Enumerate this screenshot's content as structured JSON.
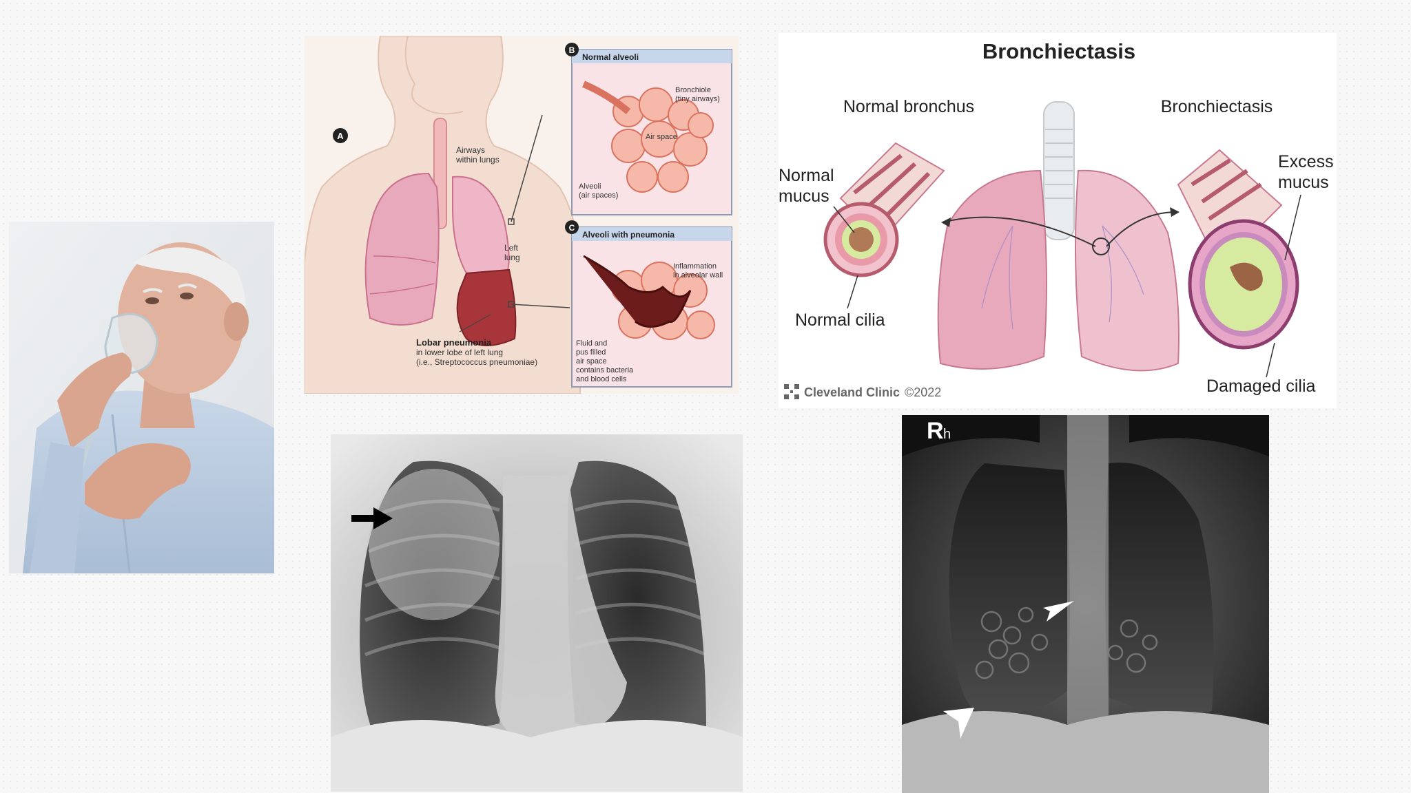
{
  "pneumonia_diagram": {
    "marker_a": "A",
    "marker_b": "B",
    "marker_c": "C",
    "airways_label_1": "Airways",
    "airways_label_2": "within lungs",
    "left_lung_1": "Left",
    "left_lung_2": "lung",
    "lobar_title": "Lobar pneumonia",
    "lobar_line2": "in lower lobe of left lung",
    "lobar_line3": "(i.e., Streptococcus pneumoniae)",
    "box_b_title": "Normal alveoli",
    "bronchiole_1": "Bronchiole",
    "bronchiole_2": "(tiny airways)",
    "air_space": "Air space",
    "alveoli_1": "Alveoli",
    "alveoli_2": "(air spaces)",
    "box_c_title": "Alveoli with pneumonia",
    "inflam_1": "Inflammation",
    "inflam_2": "in alveolar wall",
    "fluid_1": "Fluid and",
    "fluid_2": "pus filled",
    "fluid_3": "air space",
    "fluid_4": "contains bacteria",
    "fluid_5": "and blood cells"
  },
  "bronchiectasis_diagram": {
    "title": "Bronchiectasis",
    "normal_bronchus": "Normal bronchus",
    "bronchiectasis_label": "Bronchiectasis",
    "normal_mucus_1": "Normal",
    "normal_mucus_2": "mucus",
    "excess_mucus_1": "Excess",
    "excess_mucus_2": "mucus",
    "normal_cilia": "Normal cilia",
    "damaged_cilia": "Damaged cilia",
    "credit_org": "Cleveland Clinic",
    "credit_year": "©2022"
  },
  "xray_bronchiectasis": {
    "marker": "R",
    "marker_suffix": "h"
  },
  "colors": {
    "lung_pink": "#e9a9bd",
    "lung_dark": "#a8353a",
    "mucus_green": "#d7eba0",
    "box_header": "#c7d6ea"
  }
}
